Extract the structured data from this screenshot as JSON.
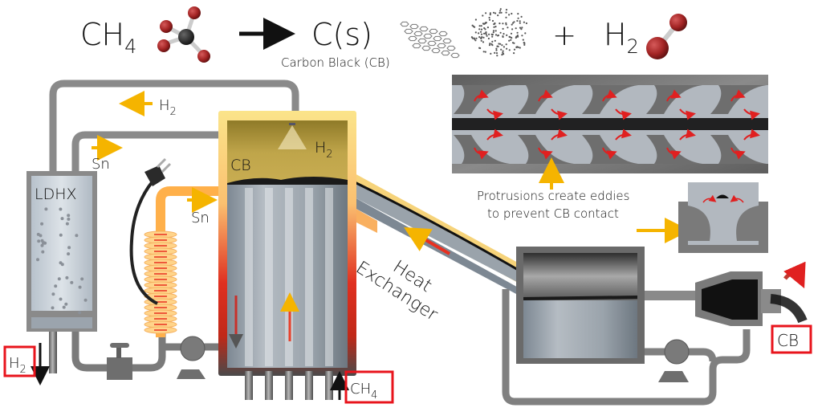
{
  "equation": {
    "reactant": "CH",
    "reactant_sub": "4",
    "product_solid": "C(s)",
    "product_solid_caption": "Carbon Black (CB)",
    "plus": "+",
    "product_gas": "H",
    "product_gas_sub": "2",
    "icons": [
      "methane-molecule-icon",
      "reaction-arrow-icon",
      "graphene-sheet-icon",
      "carbon-black-cluster-icon",
      "hydrogen-molecule-icon"
    ]
  },
  "labels": {
    "h2_return": {
      "main": "H",
      "sub": "2"
    },
    "sn_top": "Sn",
    "sn_heater": "Sn",
    "ldhx": "LDHX",
    "reactor_cb": "CB",
    "reactor_h2": {
      "main": "H",
      "sub": "2"
    },
    "heat_exchanger_line1": "Heat",
    "heat_exchanger_line2": "Exchanger",
    "h2_out": {
      "main": "H",
      "sub": "2"
    },
    "ch4_in": {
      "main": "CH",
      "sub": "4"
    },
    "cb_out": "CB",
    "protrusions_line1": "Protrusions create eddies",
    "protrusions_line2": "to prevent CB contact"
  },
  "colors": {
    "flow_arrow": "#f5b400",
    "highlight_box": "#e8141c",
    "pipe": "#8a8a8a",
    "molten_tin": "#9aa3ab",
    "gas_space": "#b8a040",
    "heater_coil": "#ffc870",
    "eddy_arrow": "#e02020"
  }
}
